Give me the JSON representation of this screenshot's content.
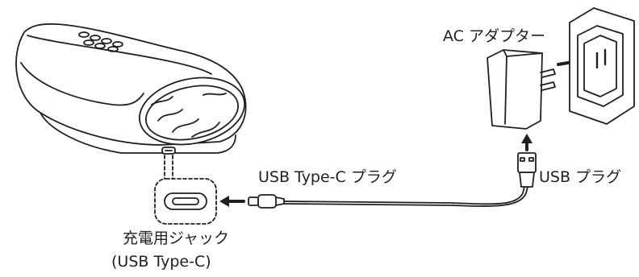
{
  "labels": {
    "ac_adapter": "AC アダプター",
    "usb_type_c_plug": "USB Type-C プラグ",
    "usb_plug": "USB プラグ",
    "charging_jack_line1": "充電用ジャック",
    "charging_jack_line2": "(USB Type-C)"
  },
  "colors": {
    "line": "#231f20",
    "background": "#ffffff"
  }
}
